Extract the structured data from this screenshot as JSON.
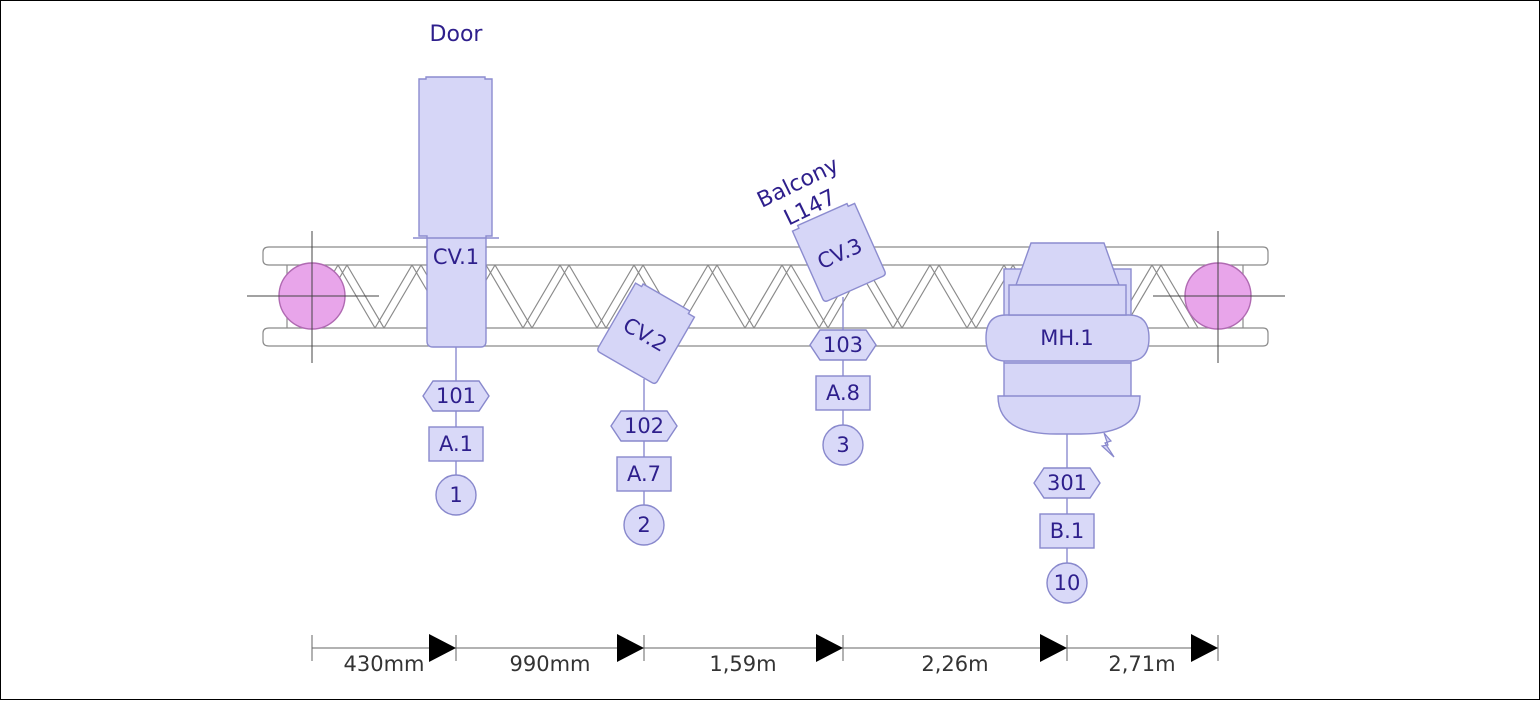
{
  "labels": {
    "door": "Door",
    "balcony": "Balcony",
    "balcony_code": "L147",
    "bolt_icon": "lightning-bolt-icon"
  },
  "fixtures": [
    {
      "id": "CV.1",
      "channel": "101",
      "address": "A.1",
      "number": "1"
    },
    {
      "id": "CV.2",
      "channel": "102",
      "address": "A.7",
      "number": "2"
    },
    {
      "id": "CV.3",
      "channel": "103",
      "address": "A.8",
      "number": "3"
    },
    {
      "id": "MH.1",
      "channel": "301",
      "address": "B.1",
      "number": "10"
    }
  ],
  "dimensions": [
    "430mm",
    "990mm",
    "1,59m",
    "2,26m",
    "2,71m"
  ],
  "colors": {
    "fixture_fill": "#d6d6f7",
    "fixture_text": "#2e1f8c",
    "truss": "#8a8a8a",
    "hang_point": "#e8a5ea"
  }
}
